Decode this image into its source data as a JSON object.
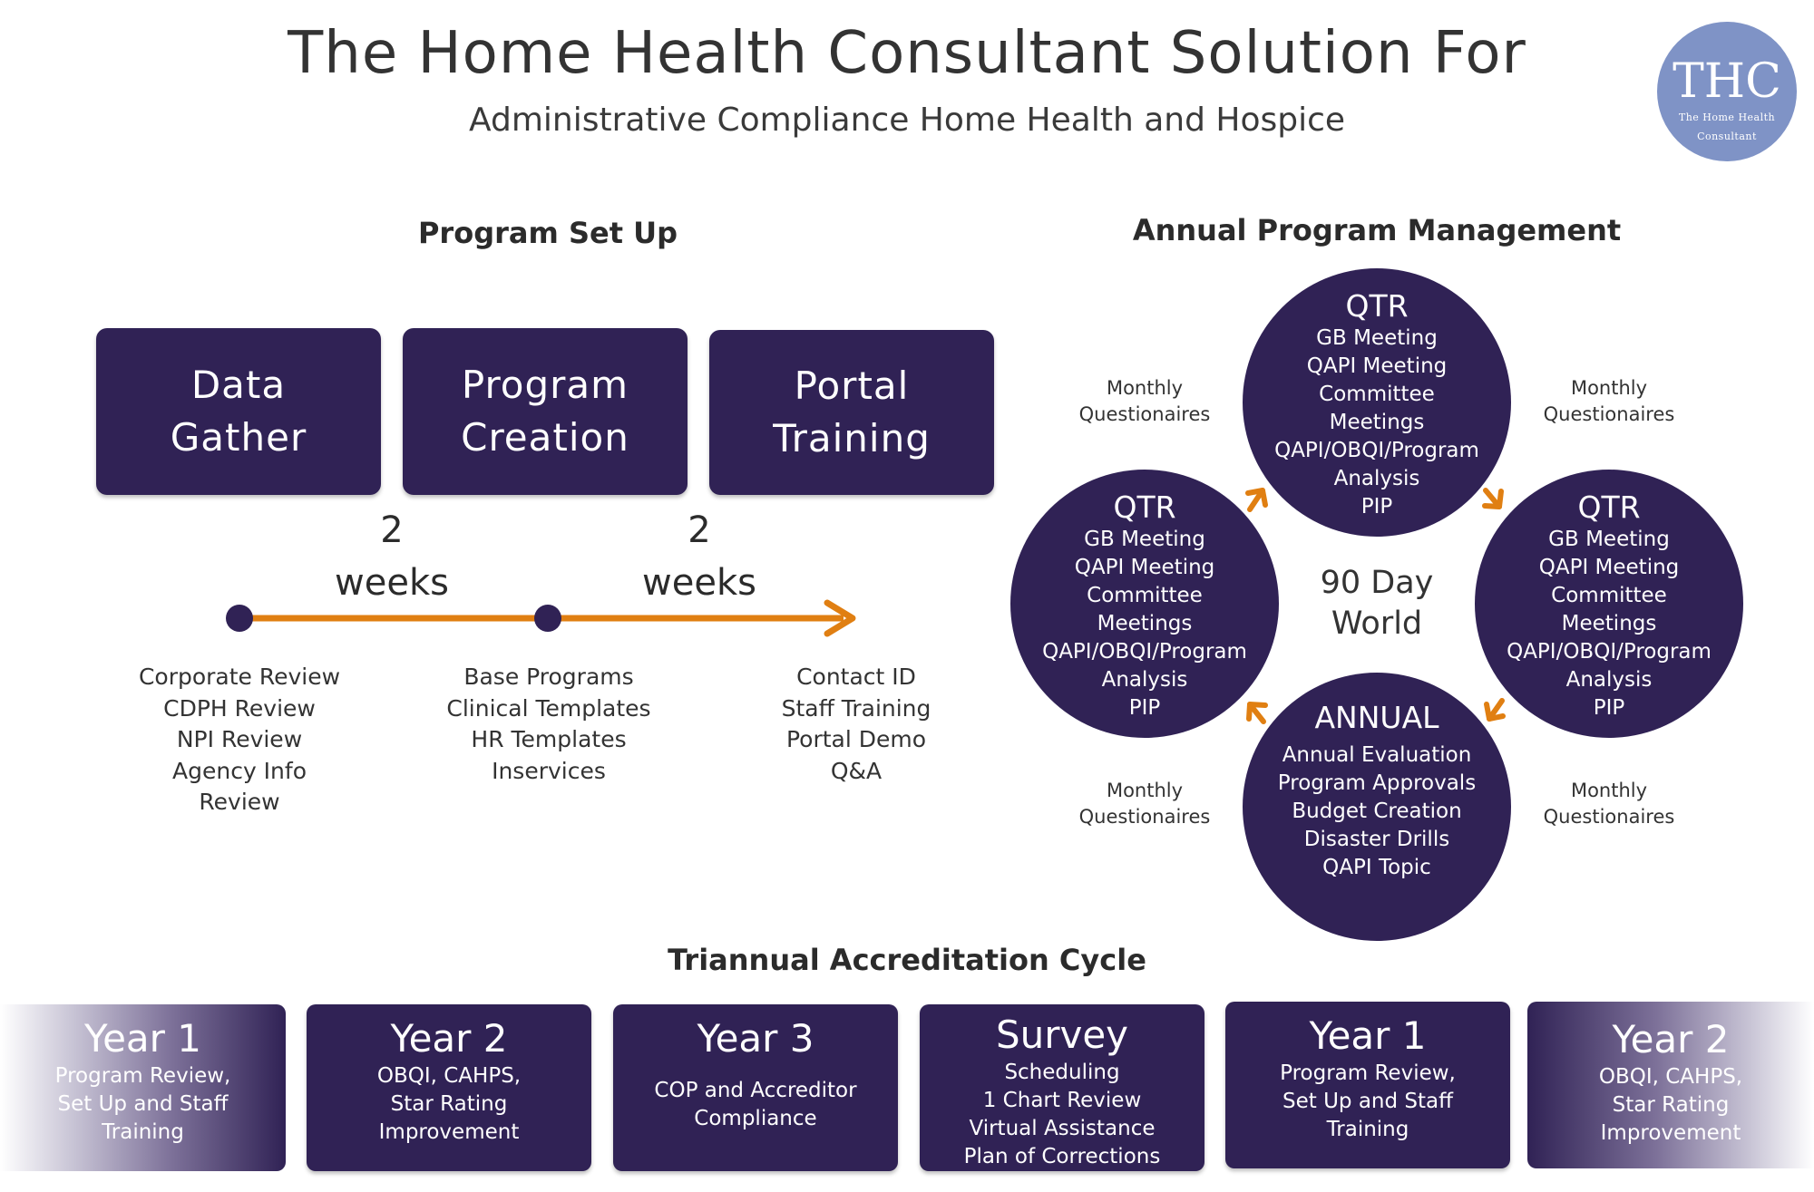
{
  "header": {
    "title": "The Home Health Consultant Solution For",
    "subtitle": "Administrative Compliance Home Health and Hospice",
    "logo": {
      "monogram": "THC",
      "line1": "The Home Health",
      "line2": "Consultant"
    }
  },
  "setup": {
    "heading": "Program Set Up",
    "steps": [
      {
        "label": "Data\nGather"
      },
      {
        "label": "Program\nCreation"
      },
      {
        "label": "Portal\nTraining"
      }
    ],
    "durations": [
      "2\nweeks",
      "2\nweeks"
    ],
    "tasks": [
      [
        "Corporate Review",
        "CDPH Review",
        "NPI Review",
        "Agency Info",
        "Review"
      ],
      [
        "Base Programs",
        "Clinical Templates",
        "HR Templates",
        "Inservices"
      ],
      [
        "Contact ID",
        "Staff Training",
        "Portal Demo",
        "Q&A"
      ]
    ]
  },
  "annual": {
    "heading": "Annual Program Management",
    "center": "90 Day\nWorld",
    "monthly": "Monthly\nQuestionaires",
    "qtr": {
      "head": "QTR",
      "items": [
        "GB Meeting",
        "QAPI Meeting",
        "Committee",
        "Meetings",
        "QAPI/OBQI/Program",
        "Analysis",
        "PIP"
      ]
    },
    "annual_circle": {
      "head": "ANNUAL",
      "items": [
        "Annual Evaluation",
        "Program Approvals",
        "Budget Creation",
        "Disaster Drills",
        "QAPI Topic"
      ]
    },
    "arrow_color": "#e07f12"
  },
  "cycle": {
    "heading": "Triannual Accreditation Cycle",
    "years": [
      {
        "title": "Year 1",
        "desc": "Program Review,\nSet Up and Staff\nTraining"
      },
      {
        "title": "Year 2",
        "desc": "OBQI, CAHPS,\nStar Rating\nImprovement"
      },
      {
        "title": "Year 3",
        "desc": "COP and Accreditor\nCompliance"
      },
      {
        "title": "Survey",
        "desc": "Scheduling\n1 Chart Review\nVirtual Assistance\nPlan of Corrections"
      },
      {
        "title": "Year 1",
        "desc": "Program Review,\nSet Up and Staff\nTraining"
      },
      {
        "title": "Year 2",
        "desc": "OBQI, CAHPS,\nStar Rating\nImprovement"
      }
    ]
  },
  "colors": {
    "primary": "#302255",
    "accent": "#e07f12",
    "logo": "#7f93c6"
  }
}
